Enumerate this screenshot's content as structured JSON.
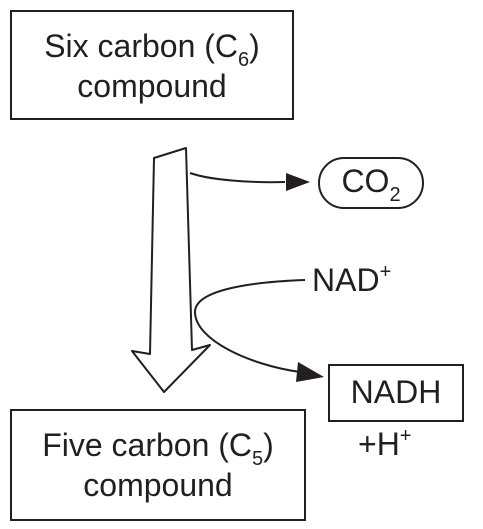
{
  "c6_box": {
    "line1_pre": "Six carbon (C",
    "line1_sub": "6",
    "line1_post": ")",
    "line2": "compound"
  },
  "c5_box": {
    "line1_pre": "Five carbon (C",
    "line1_sub": "5",
    "line1_post": ")",
    "line2": "compound"
  },
  "co2": {
    "main": "CO",
    "sub": "2"
  },
  "nad": {
    "main": "NAD",
    "sup": "+"
  },
  "nadh": {
    "label": "NADH",
    "extra_main": "+H",
    "extra_sup": "+"
  },
  "colors": {
    "ink": "#231f20",
    "fill": "#ffffff"
  }
}
